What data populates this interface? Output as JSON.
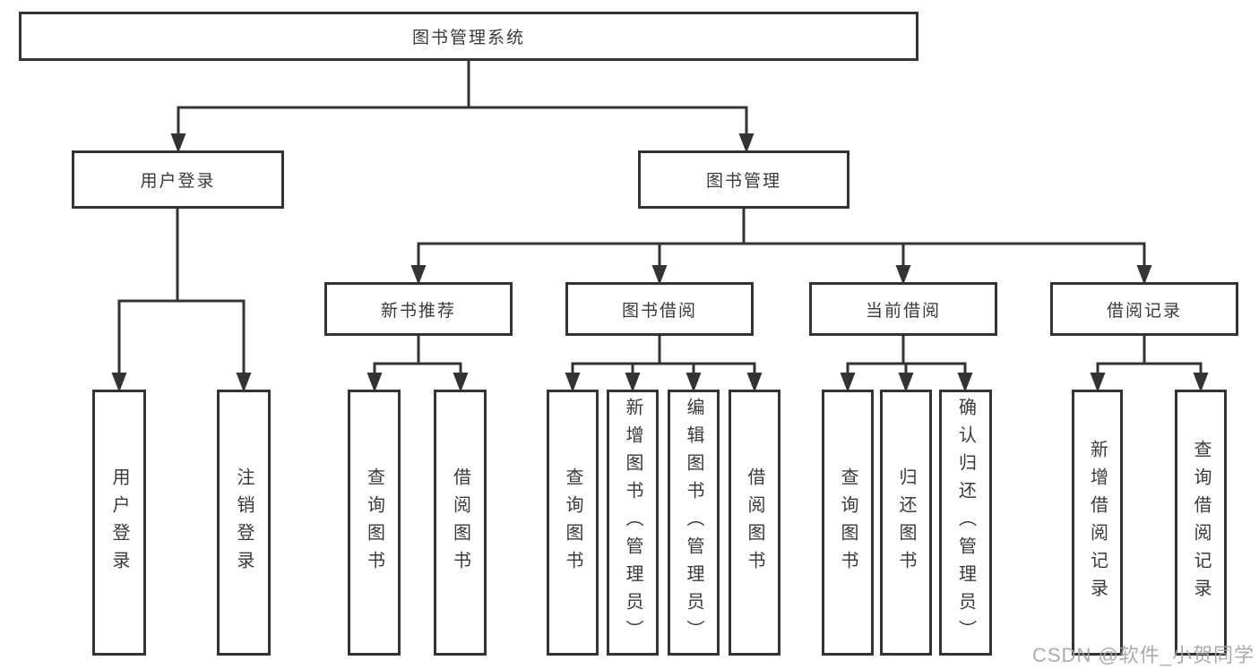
{
  "diagram": {
    "title": "图书管理系统",
    "root": {
      "label": "图书管理系统",
      "children": [
        {
          "label": "用户登录",
          "children": [
            {
              "label": "用户登录"
            },
            {
              "label": "注销登录"
            }
          ]
        },
        {
          "label": "图书管理",
          "children": [
            {
              "label": "新书推荐",
              "children": [
                {
                  "label": "查询图书"
                },
                {
                  "label": "借阅图书"
                }
              ]
            },
            {
              "label": "图书借阅",
              "children": [
                {
                  "label": "查询图书"
                },
                {
                  "label": "新增图书（管理员）"
                },
                {
                  "label": "编辑图书（管理员）"
                },
                {
                  "label": "借阅图书"
                }
              ]
            },
            {
              "label": "当前借阅",
              "children": [
                {
                  "label": "查询图书"
                },
                {
                  "label": "归还图书"
                },
                {
                  "label": "确认归还（管理员）"
                }
              ]
            },
            {
              "label": "借阅记录",
              "children": [
                {
                  "label": "新增借阅记录"
                },
                {
                  "label": "查询借阅记录"
                }
              ]
            }
          ]
        }
      ]
    },
    "colors": {
      "line": "#333333",
      "box_border": "#333333",
      "text": "#3a3a3a",
      "background": "#ffffff",
      "watermark": "#a2a2a2"
    }
  },
  "watermark": {
    "text": "CSDN @软件_小贺同学"
  }
}
